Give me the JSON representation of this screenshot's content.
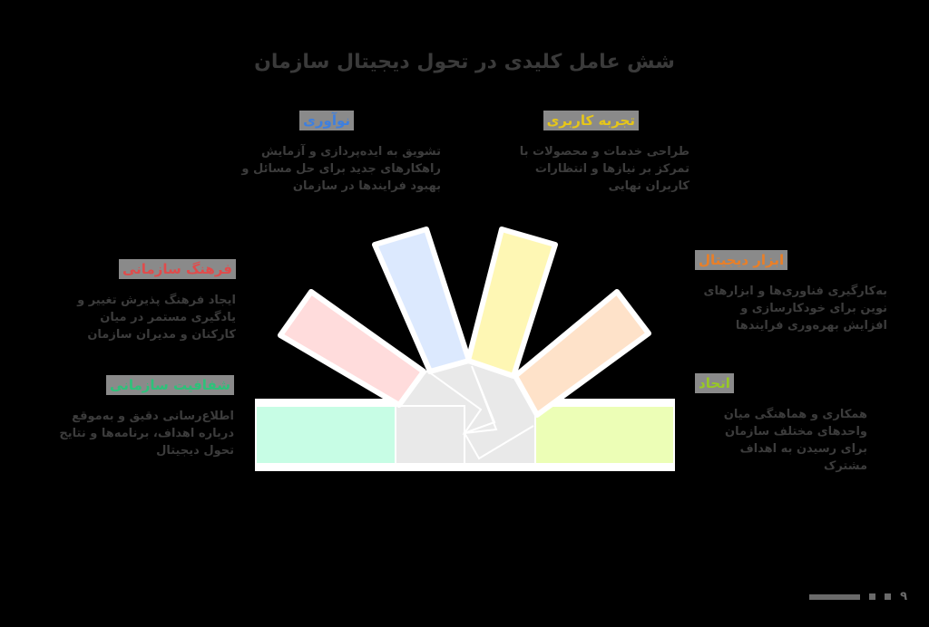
{
  "title": "شش عامل کلیدی در تحول دیجیتال سازمان",
  "colors": {
    "green": "#c7fde5",
    "red": "#ffdcdc",
    "blue": "#dce9fe",
    "yellow": "#fef7b4",
    "orange": "#fee2c9",
    "lime": "#ecfeb6",
    "hub": "#e9e9e9",
    "outline": "#ffffff"
  },
  "sections": [
    {
      "id": "innovation",
      "heading": "نوآوری",
      "heading_color": "#3d7fe0",
      "body": "تشویق به ایده‌پردازی و آزمایش راهکارهای جدید برای حل مسائل و بهبود فرایندها در سازمان"
    },
    {
      "id": "user-experience",
      "heading": "تجربه کاربری",
      "heading_color": "#e6c619",
      "body": "طراحی خدمات و محصولات با تمرکز بر نیازها و انتظارات کاربران نهایی"
    },
    {
      "id": "organizational-culture",
      "heading": "فرهنگ سازمانی",
      "heading_color": "#e14b4b",
      "body": "ایجاد فرهنگ پذیرش تغییر و یادگیری مستمر در میان کارکنان و مدیران سازمان"
    },
    {
      "id": "digital-tools",
      "heading": "ابزار دیجیتال",
      "heading_color": "#ea7f27",
      "body": "به‌کارگیری فناوری‌ها و ابزارهای نوین برای خودکارسازی و افزایش بهره‌وری فرایندها"
    },
    {
      "id": "transparency",
      "heading": "شفافیت سازمانی",
      "heading_color": "#2dc27a",
      "body": "اطلاع‌رسانی دقیق و به‌موقع درباره اهداف، برنامه‌ها و نتایج تحول دیجیتال"
    },
    {
      "id": "unity",
      "heading": "اتحاد",
      "heading_color": "#98c925",
      "body": "همکاری و هماهنگی میان واحدهای مختلف سازمان برای رسیدن به اهداف مشترک"
    }
  ],
  "pager": {
    "current": "۹"
  }
}
